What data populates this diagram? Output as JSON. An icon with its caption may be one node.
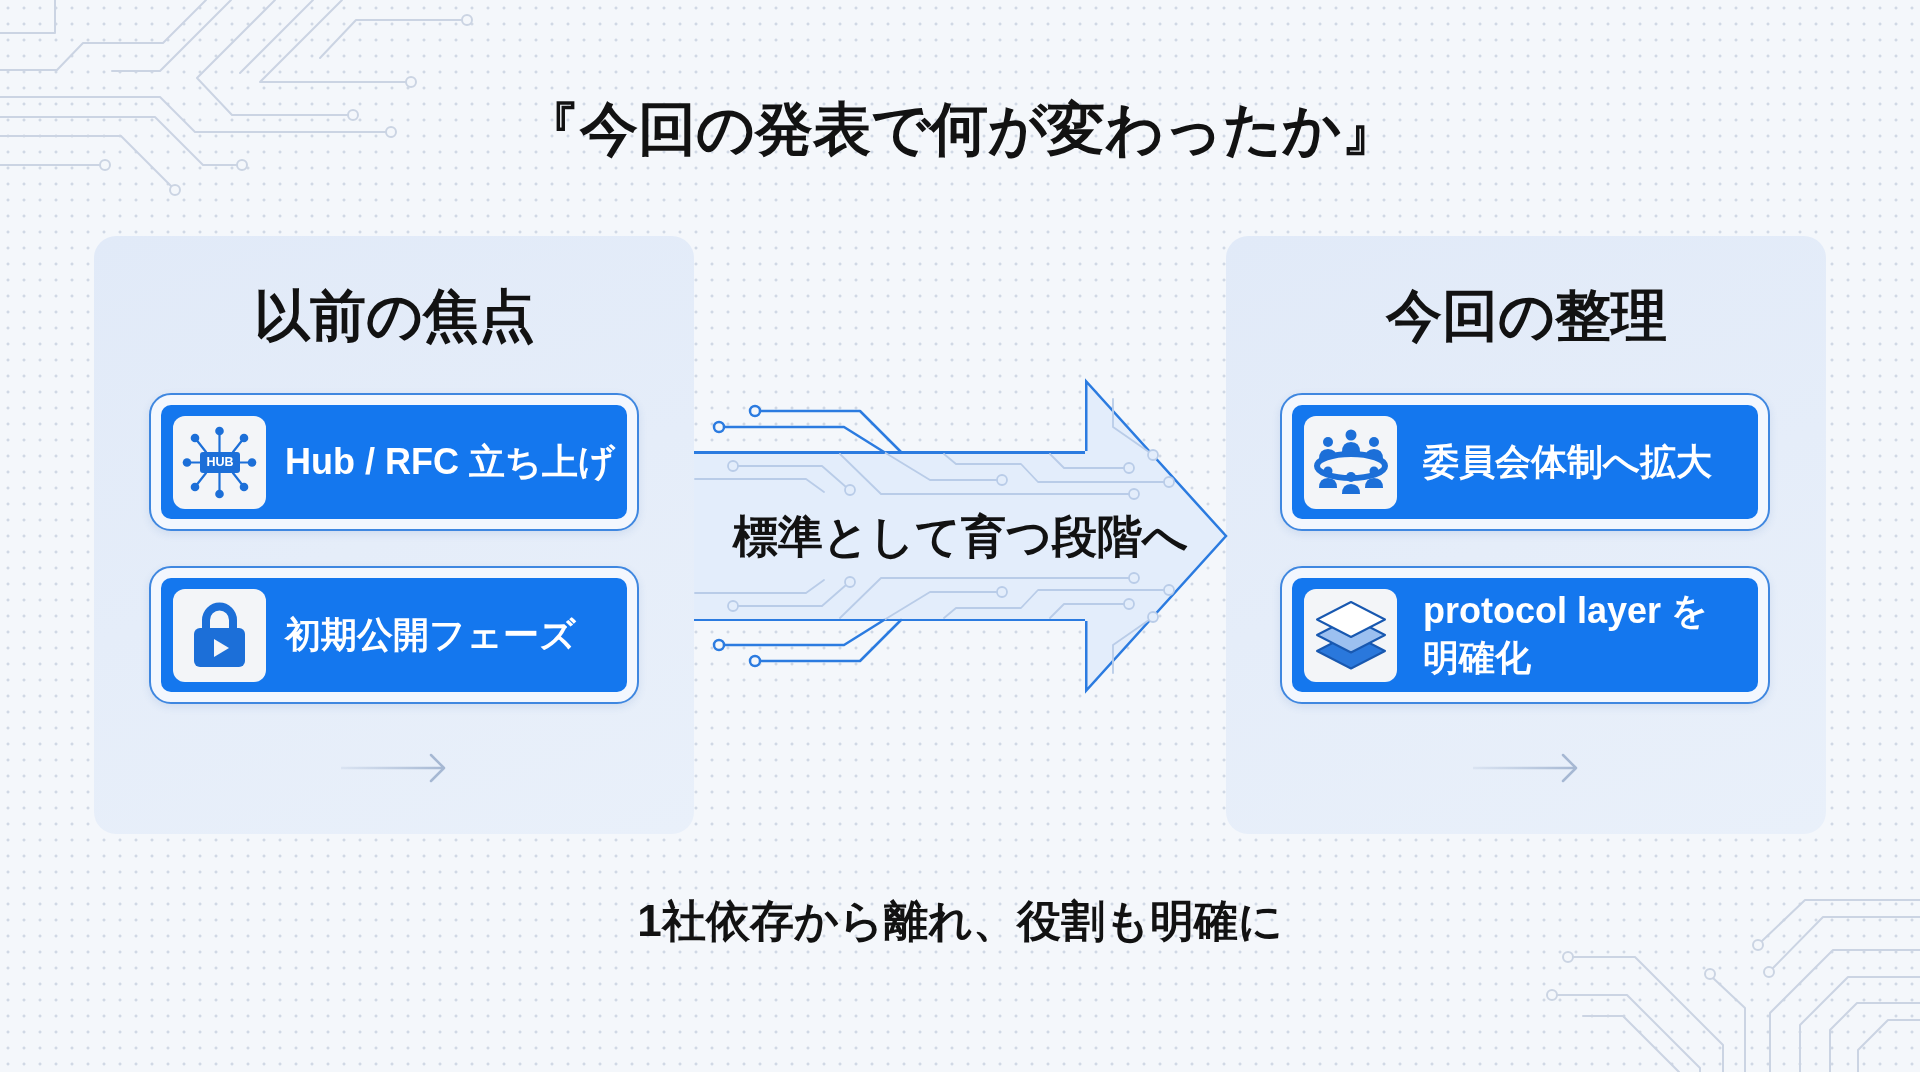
{
  "diagram": {
    "title": "『今回の発表で何が変わったか』",
    "caption": "1社依存から離れ、役割も明確に",
    "nodes": [
      {
        "text": [
          "以前の焦点"
        ]
      },
      {
        "text": [
          "Hub / RFC 立ち上げ"
        ],
        "in": 0
      },
      {
        "text": [
          "初期公開フェーズ"
        ],
        "in": 0
      },
      {
        "text": [
          "今回の整理"
        ]
      },
      {
        "text": [
          "委員会体制へ拡大"
        ],
        "in": 3
      },
      {
        "text": [
          "protocol layer を明確化"
        ],
        "in": 3
      }
    ],
    "edges": [
      {
        "from": 0,
        "to": 3,
        "arrow": "to",
        "label": "標準として育つ段階へ"
      }
    ],
    "labels": [
      "HUB"
    ]
  }
}
